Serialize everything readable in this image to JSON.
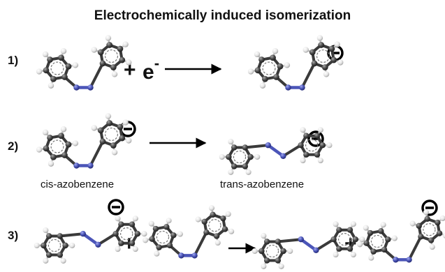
{
  "title": "Electrochemically induced isomerization",
  "steps": [
    {
      "number": "1)",
      "plus": "+",
      "electron": "e",
      "charge": "-"
    },
    {
      "number": "2)"
    },
    {
      "number": "3)",
      "plus_left": "+",
      "plus_right": "+"
    }
  ],
  "captions": {
    "cis": "cis-azobenzene",
    "trans": "trans-azobenzene"
  },
  "colors": {
    "carbon": "#4a4a4a",
    "hydrogen": "#e6e6e6",
    "nitrogen": "#4b55b8",
    "bond": "#3a3a3a",
    "arrow": "#000000",
    "anion_ring": "#000000"
  }
}
